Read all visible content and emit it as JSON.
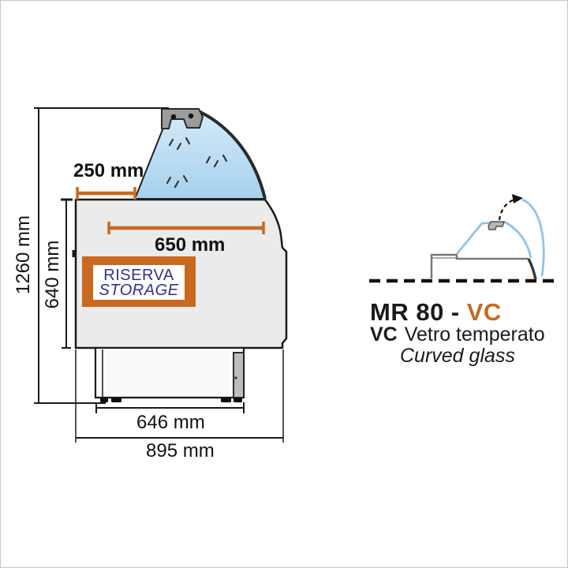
{
  "diagram": {
    "title_implicit": "Refrigerated display counter side-view technical drawing",
    "dimensions": {
      "total_height": "1260 mm",
      "worktop_height": "640 mm",
      "top_shelf_depth": "250 mm",
      "display_depth": "650 mm",
      "base_width": "646 mm",
      "total_depth": "895 mm"
    },
    "storage_label": {
      "line1": "RISERVA",
      "line2": "STORAGE"
    }
  },
  "legend": {
    "model_prefix": "MR 80 -",
    "model_variant": "VC",
    "variant_code": "VC",
    "variant_description_it": "Vetro temperato",
    "variant_description_en": "Curved glass"
  },
  "colors": {
    "accent_orange": "#c8691f",
    "storage_text_blue": "#2e3192",
    "glass_blue_light": "#d3e9f8",
    "glass_blue_dark": "#a5d0ee",
    "outline_black": "#1a1a1a",
    "body_gray": "#ebebeb"
  }
}
